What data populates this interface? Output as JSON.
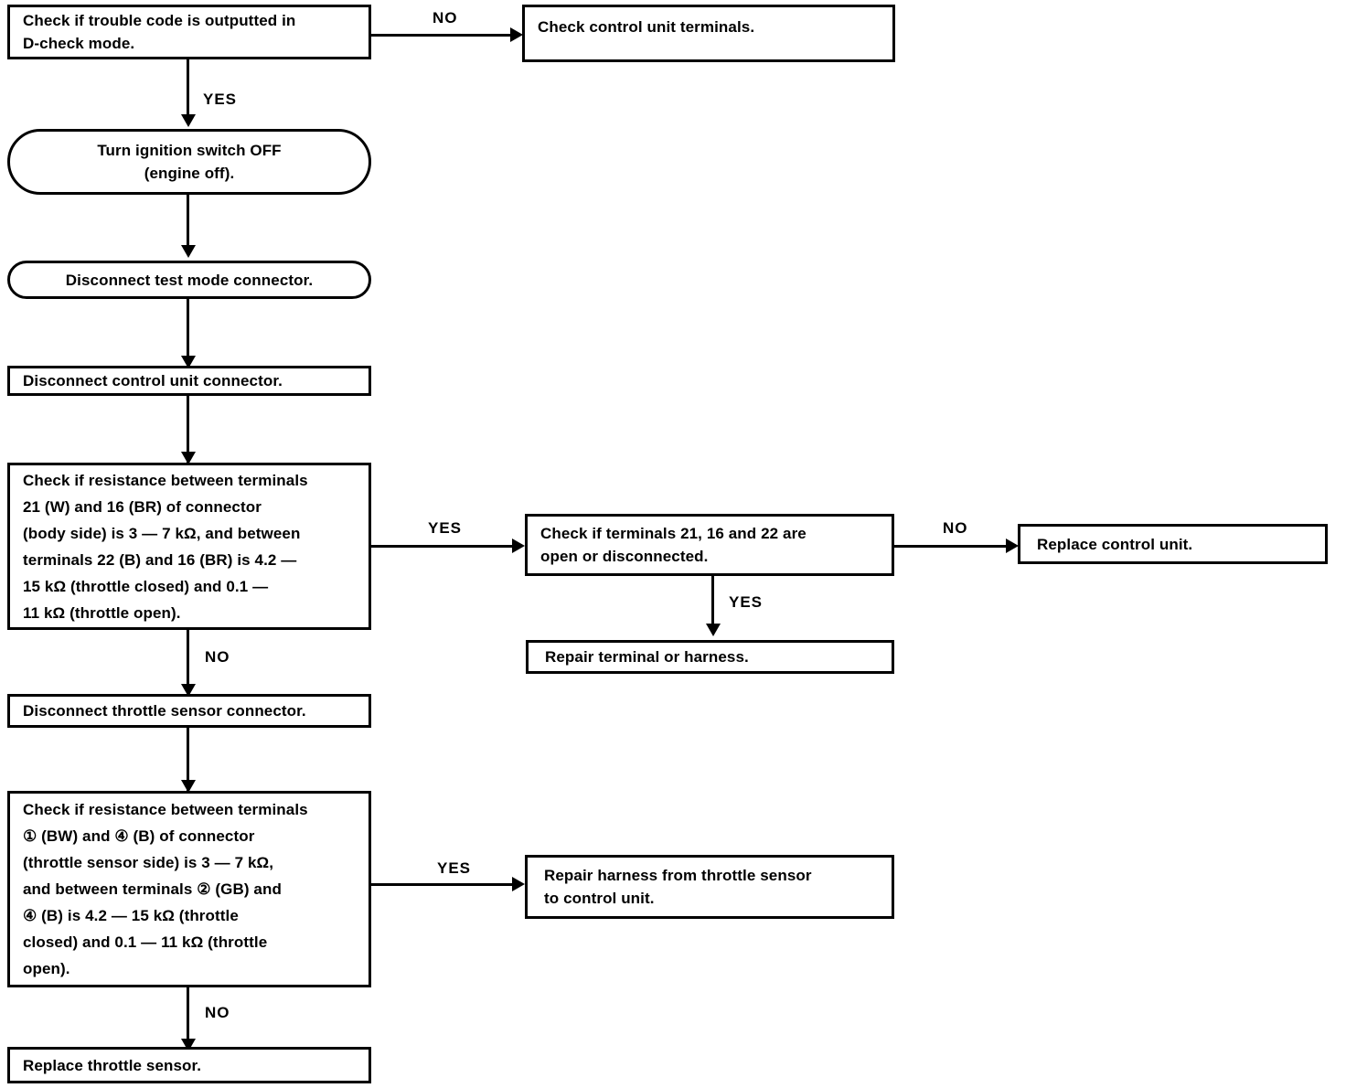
{
  "diagram": {
    "title": "Throttle sensor diagnostic flow chart",
    "ink_color": "#000000",
    "background_color": "#ffffff"
  },
  "nodes": {
    "check_trouble_code": {
      "label": "Check if trouble code is outputted in\nD-check mode.",
      "shape": "rectangle"
    },
    "check_control_unit_terminals": {
      "label": "Check control unit terminals.",
      "shape": "rectangle"
    },
    "turn_ignition_off": {
      "label": "Turn ignition switch OFF\n(engine off).",
      "shape": "stadium"
    },
    "disconnect_test_mode_connector": {
      "label": "Disconnect test mode connector.",
      "shape": "stadium"
    },
    "disconnect_control_unit_connector": {
      "label": "Disconnect control unit connector.",
      "shape": "rectangle"
    },
    "check_resistance_body_side": {
      "label": "Check if resistance between terminals\n21 (W) and 16 (BR) of connector\n(body side) is 3 — 7 kΩ, and between\nterminals 22 (B) and 16 (BR) is 4.2 —\n15 kΩ (throttle closed) and 0.1 —\n11 kΩ (throttle open).",
      "shape": "rectangle"
    },
    "check_terminals_open": {
      "label": "Check if terminals 21, 16 and 22 are\nopen or disconnected.",
      "shape": "rectangle"
    },
    "replace_control_unit": {
      "label": "Replace control unit.",
      "shape": "rectangle"
    },
    "repair_terminal_or_harness": {
      "label": "Repair terminal or harness.",
      "shape": "rectangle"
    },
    "disconnect_throttle_sensor_connector": {
      "label": "Disconnect throttle sensor connector.",
      "shape": "rectangle"
    },
    "check_resistance_sensor_side": {
      "label": "Check if resistance between terminals\n① (BW) and ④ (B) of connector\n(throttle sensor side) is 3 — 7 kΩ,\nand between terminals ② (GB) and\n④ (B) is 4.2 — 15 kΩ (throttle\nclosed) and 0.1 — 11 kΩ (throttle\nopen).",
      "shape": "rectangle"
    },
    "repair_harness_throttle_to_cu": {
      "label": "Repair harness from throttle sensor\nto control unit.",
      "shape": "rectangle"
    },
    "replace_throttle_sensor": {
      "label": "Replace throttle sensor.",
      "shape": "rectangle"
    }
  },
  "edge_labels": {
    "trouble_code_no": "NO",
    "trouble_code_yes": "YES",
    "resistance_body_yes": "YES",
    "resistance_body_no": "NO",
    "terminals_open_no": "NO",
    "terminals_open_yes": "YES",
    "resistance_sensor_yes": "YES",
    "resistance_sensor_no": "NO"
  }
}
